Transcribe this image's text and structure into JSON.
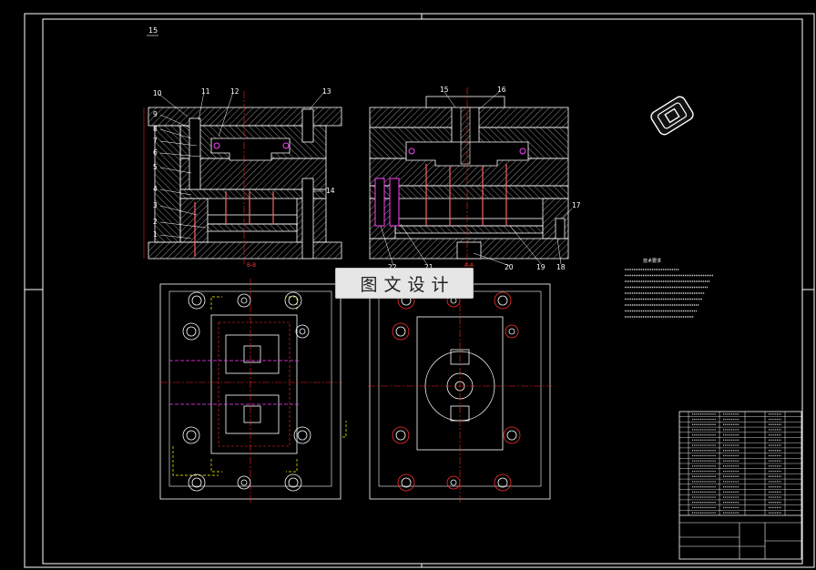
{
  "drawing": {
    "sheet_number": "15",
    "part_labels": [
      "1",
      "2",
      "3",
      "4",
      "5",
      "6",
      "7",
      "8",
      "9",
      "10",
      "11",
      "12",
      "13",
      "14",
      "15",
      "16",
      "17",
      "18",
      "19",
      "20",
      "21",
      "22"
    ],
    "section_labels": {
      "left": "B-B",
      "right": "A-A"
    },
    "watermark": "图文设计",
    "notes_title": "技术要求",
    "notes_line_count": 9,
    "bom_row_count": 20,
    "colors": {
      "background": "#000000",
      "outline": "#ffffff",
      "hatch": "#9a9a9a",
      "dimension": "#ff3030",
      "centerline": "#ff2020",
      "parting_line": "#ffff00",
      "cooling": "#ff40ff",
      "pin": "#ff6060"
    }
  }
}
